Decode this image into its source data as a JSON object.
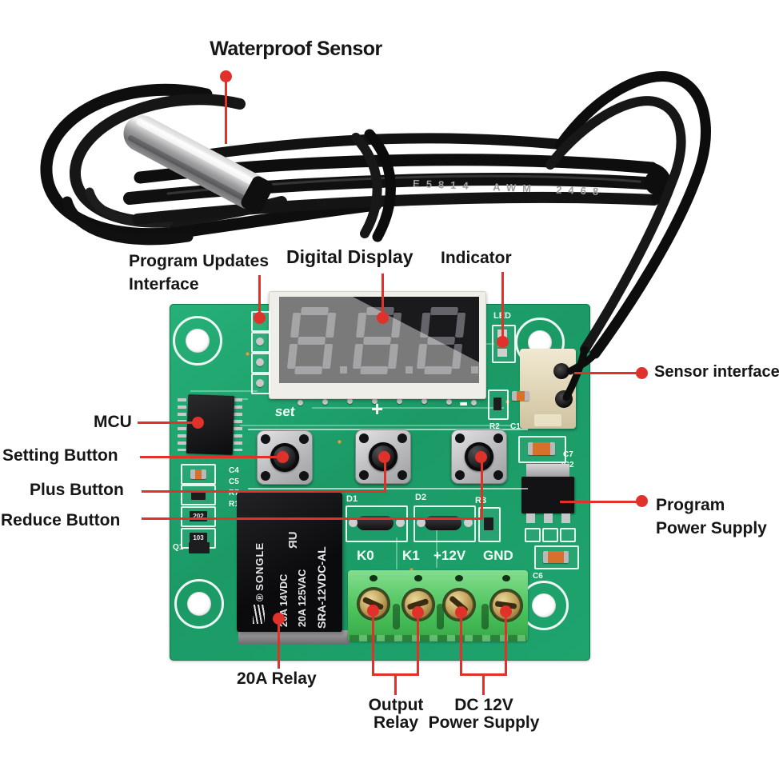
{
  "labels": {
    "waterproof_sensor": "Waterproof Sensor",
    "program_updates_1": "Program Updates",
    "program_updates_2": "Interface",
    "digital_display": "Digital Display",
    "indicator": "Indicator",
    "sensor_interface": "Sensor interface",
    "mcu": "MCU",
    "setting_button": "Setting Button",
    "plus_button": "Plus Button",
    "reduce_button": "Reduce Button",
    "program_power_1": "Program",
    "program_power_2": "Power Supply",
    "relay_20a": "20A Relay",
    "output_relay_1": "Output",
    "output_relay_2": "Relay",
    "dc_power_1": "DC 12V",
    "dc_power_2": "Power Supply"
  },
  "silkscreen": {
    "set": "set",
    "plus": "+",
    "minus": "-",
    "led": "LED",
    "c4": "C4",
    "c5": "C5",
    "r7": "R7",
    "r1": "R1",
    "res202": "202",
    "res103": "103",
    "q1": "Q1",
    "d1": "D1",
    "d2": "D2",
    "r3": "R3",
    "r2": "R2",
    "c1": "C1",
    "c7": "C7",
    "ic2": "IC2",
    "c6": "C6",
    "k0": "K0",
    "k1": "K1",
    "v12": "+12V",
    "gnd": "GND"
  },
  "relay_markings": {
    "reg": "®",
    "brand": "SONGLE",
    "rating1": "20A 14VDC",
    "rating2": "20A 125VAC",
    "model": "SRA-12VDC-AL",
    "ul": "ЯU"
  },
  "cable": {
    "marking": "E5814  AWM  2468"
  },
  "colors": {
    "pcb_green": "#1fa46e",
    "terminal_green": "#4cc35b",
    "annotation_red": "#e0312a",
    "relay_body": "#141416",
    "display_window": "#1a1a1c",
    "connector_beige": "#e8dfc4",
    "label_text": "#161616"
  }
}
